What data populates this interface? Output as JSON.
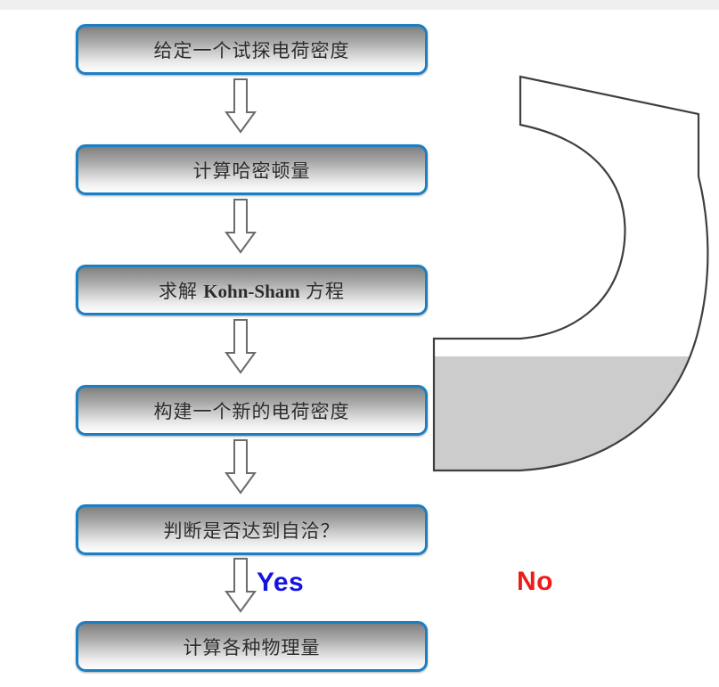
{
  "diagram": {
    "title": "DFT self-consistent field flowchart",
    "background_color": "#ffffff",
    "top_band_color": "#efefef",
    "box_border_color": "#1b7fc4",
    "box_fill_top": "#7e7e7e",
    "box_fill_bottom": "#ffffff",
    "connector_fill": "#ffffff",
    "connector_stroke": "#6b6b6b",
    "loop_fill_upper": "#ffffff",
    "loop_fill_lower": "#cccccc",
    "loop_stroke": "#3f3f3f"
  },
  "nodes": [
    {
      "id": "box-1",
      "label": "给定一个试探电荷密度",
      "shape": "rounded-rect"
    },
    {
      "id": "box-2",
      "label": "计算哈密顿量",
      "shape": "rounded-rect"
    },
    {
      "id": "box-3",
      "label_pre": "求解 ",
      "label_latin": "Kohn-Sham",
      "label_post": " 方程",
      "shape": "rounded-rect"
    },
    {
      "id": "box-4",
      "label": "构建一个新的电荷密度",
      "shape": "rounded-rect"
    },
    {
      "id": "box-5",
      "label": "判断是否达到自洽？",
      "shape": "rounded-rect"
    },
    {
      "id": "box-6",
      "label": "计算各种物理量",
      "shape": "rounded-rect"
    }
  ],
  "connectors": [
    {
      "id": "arrow-1",
      "from": "box-1",
      "to": "box-2",
      "type": "block-arrow-down"
    },
    {
      "id": "arrow-2",
      "from": "box-2",
      "to": "box-3",
      "type": "block-arrow-down"
    },
    {
      "id": "arrow-3",
      "from": "box-3",
      "to": "box-4",
      "type": "block-arrow-down"
    },
    {
      "id": "arrow-4",
      "from": "box-4",
      "to": "box-5",
      "type": "block-arrow-down"
    },
    {
      "id": "arrow-5",
      "from": "box-5",
      "to": "box-6",
      "type": "block-arrow-down"
    },
    {
      "id": "loop-arrow",
      "from": "box-5",
      "to": "box-2",
      "type": "curved-block-arrow-left"
    }
  ],
  "branches": {
    "yes": {
      "label": "Yes",
      "color": "#1414e0"
    },
    "no": {
      "label": "No",
      "color": "#ec1c1c"
    }
  }
}
